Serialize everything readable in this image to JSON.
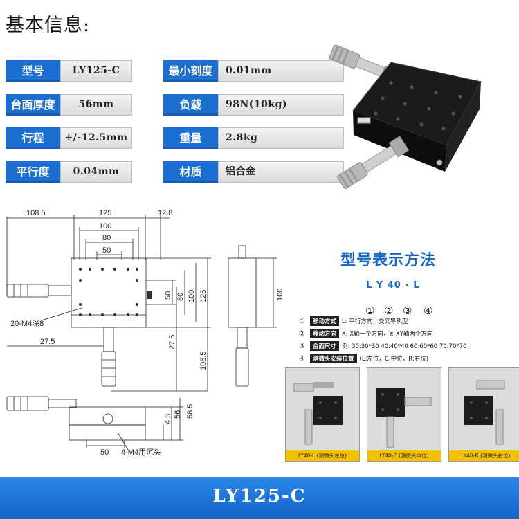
{
  "title": "基本信息:",
  "specs": [
    {
      "label": "型号",
      "value": "LY125-C"
    },
    {
      "label": "最小刻度",
      "value": "0.01mm"
    },
    {
      "label": "台面厚度",
      "value": "56mm"
    },
    {
      "label": "负载",
      "value": "98N(10kg)"
    },
    {
      "label": "行程",
      "value": "+/-12.5mm"
    },
    {
      "label": "重量",
      "value": "2.8kg"
    },
    {
      "label": "平行度",
      "value": "0.04mm"
    },
    {
      "label": "材质",
      "value": "铝合金"
    }
  ],
  "drawing": {
    "dims": {
      "d108_5_top": "108.5",
      "d125_top": "125",
      "d12_8": "12.8",
      "d100_top": "100",
      "d80_top": "80",
      "d50_top": "50",
      "d50_right": "50",
      "d80_right": "80",
      "d100_right": "100",
      "d125_right": "125",
      "d27_5_left": "27.5",
      "d27_5_vert": "27.5",
      "d108_5_vert": "108.5",
      "d100_side": "100",
      "d58_5": "58.5",
      "d56": "56",
      "d4_5": "4.5",
      "d50_bottom": "50"
    },
    "note_holes": "20-M4深8",
    "note_countersink": "4-M4用沉头"
  },
  "model_section": {
    "heading": "型号表示方法",
    "code": "L  Y  40 - L",
    "code_circles": [
      "①",
      "②",
      "③",
      "④"
    ],
    "legend": [
      {
        "num": "①",
        "tag": "移动方式",
        "text": "L: 平行方向，交叉导轨型"
      },
      {
        "num": "②",
        "tag": "移动方向",
        "text": "X: X轴一个方向，Y: XY轴两个方向"
      },
      {
        "num": "③",
        "tag": "台面尺寸",
        "text": "例: 30:30*30  40:40*40  60:60*60  70:70*70"
      },
      {
        "num": "④",
        "tag": "测微头安装位置",
        "text": "(L:左位，C:中位，R:右位)"
      }
    ],
    "pictures": [
      {
        "caption": "LY40-L  (测微头左位)"
      },
      {
        "caption": "LY40-C  (测微头中位)"
      },
      {
        "caption": "LY40-R  (测微头右位)"
      }
    ]
  },
  "banner": "LY125-C",
  "colors": {
    "accent": "#1a6fd0",
    "banner": "#1a72d8",
    "caption": "#f4c000"
  }
}
